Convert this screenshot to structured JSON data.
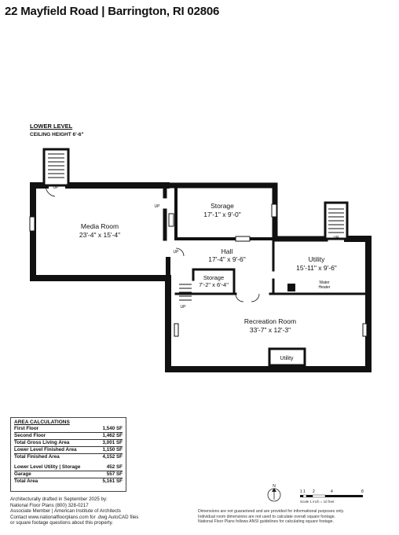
{
  "header": {
    "title": "22 Mayfield Road | Barrington, RI 02806"
  },
  "level": {
    "name": "LOWER LEVEL",
    "ceiling": "CEILING HEIGHT 6'-6\""
  },
  "rooms": {
    "media": {
      "name": "Media Room",
      "dims": "23'-4\" x 15'-4\""
    },
    "storage1": {
      "name": "Storage",
      "dims": "17'-1\" x 9'-0\""
    },
    "hall": {
      "name": "Hall",
      "dims": "17'-4\" x 9'-6\""
    },
    "utility": {
      "name": "Utility",
      "dims": "15'-11\" x 9'-6\""
    },
    "storage2": {
      "name": "Storage",
      "dims": "7'-2\" x 6'-4\""
    },
    "recreation": {
      "name": "Recreation Room",
      "dims": "33'-7\" x 12'-3\""
    },
    "utility_closet": {
      "name": "Utility"
    },
    "water_heater": {
      "line1": "Water",
      "line2": "Heater"
    }
  },
  "markers": {
    "up": "UP"
  },
  "area": {
    "heading": "AREA CALCULATIONS",
    "rows": [
      {
        "label": "First Floor",
        "value": "1,540 SF"
      },
      {
        "label": "Second Floor",
        "value": "1,462 SF"
      },
      {
        "label": "Total Gross Living Area",
        "value": "3,001 SF"
      },
      {
        "label": "Lower Level Finished Area",
        "value": "1,150 SF"
      },
      {
        "label": "Total Finished Area",
        "value": "4,152 SF"
      },
      {
        "label": "Lower Level Utility | Storage",
        "value": "452 SF"
      },
      {
        "label": "Garage",
        "value": "557 SF"
      },
      {
        "label": "Total Area",
        "value": "5,161 SF"
      }
    ]
  },
  "footer": {
    "line1": "Architecturally drafted in September 2025 by:",
    "line2": "National Floor Plans   (800) 328-0217",
    "line3": "Associate Member | American Institute of Architects",
    "line4": "Contact www.nationalfloorplans.com for .dwg AutoCAD files",
    "line5": "or square footage questions about this property.",
    "disclaimer1": "Dimensions are not guaranteed and are provided for informational purposes only.",
    "disclaimer2": "Individual room dimensions are not used to calculate overall square footage.",
    "disclaimer3": "National Floor Plans follows ANSI guidelines for calculating square footage."
  },
  "scale": {
    "ticks": [
      "1",
      "1",
      "2",
      "4",
      "8"
    ],
    "label": "Scale 1 inch = 10 feet"
  },
  "north": {
    "label": "N"
  }
}
